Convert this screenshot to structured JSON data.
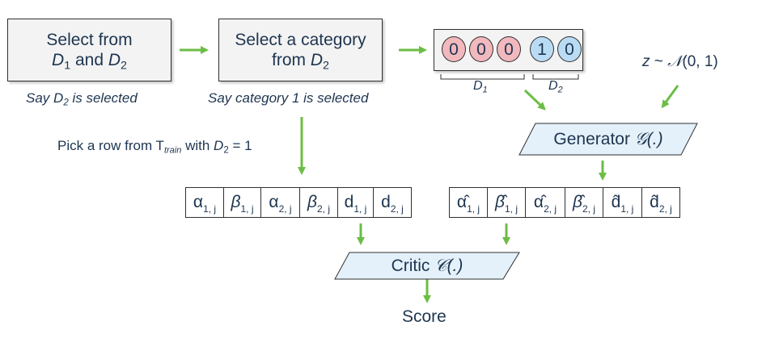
{
  "box1": {
    "line1": "Select from",
    "line2_a": "D",
    "line2_a_sub": "1",
    "line2_mid": " and ",
    "line2_b": "D",
    "line2_b_sub": "2"
  },
  "box1_caption": {
    "a": "Say ",
    "d": "D",
    "sub": "2",
    "b": " is selected"
  },
  "box2": {
    "line1": "Select a category",
    "line2_a": "from ",
    "line2_d": "D",
    "line2_sub": "2"
  },
  "box2_caption": "Say category 1 is selected",
  "onehot": {
    "values": [
      "0",
      "0",
      "0",
      "1",
      "0"
    ],
    "d1": "D",
    "d1_sub": "1",
    "d2": "D",
    "d2_sub": "2"
  },
  "noise": {
    "z": "z",
    "tilde": "~",
    "dist": "𝒩",
    "params": "(0, 1)"
  },
  "pick_text": {
    "a": "Pick a row from T",
    "sub": "train",
    "b": " with ",
    "d": "D",
    "dsub": "2",
    "c": " = 1"
  },
  "real_row": [
    {
      "sym": "α",
      "sub": "1, j"
    },
    {
      "sym": "β",
      "sub": "1, j"
    },
    {
      "sym": "α",
      "sub": "2, j"
    },
    {
      "sym": "β",
      "sub": "2, j"
    },
    {
      "sym": "d",
      "sub": "1, j"
    },
    {
      "sym": "d",
      "sub": "2, j"
    }
  ],
  "gen_row": [
    {
      "sym": "α̂",
      "sub": "1, j"
    },
    {
      "sym": "β̂",
      "sub": "1, j"
    },
    {
      "sym": "α̂",
      "sub": "2, j"
    },
    {
      "sym": "β̂",
      "sub": "2, j"
    },
    {
      "sym": "d̂",
      "sub": "1, j"
    },
    {
      "sym": "d̂",
      "sub": "2, j"
    }
  ],
  "generator": {
    "label": "Generator ",
    "symbol": "𝒢(.)"
  },
  "critic": {
    "label": "Critic ",
    "symbol": "𝒞(.)"
  },
  "score": "Score",
  "colors": {
    "arrow": "#6cbd45",
    "box_fill": "#f3f3f3",
    "para_fill": "#e4f1fa",
    "circle_red": "#f1b8bd",
    "circle_blue": "#b9dcf4",
    "text": "#1e3550"
  }
}
